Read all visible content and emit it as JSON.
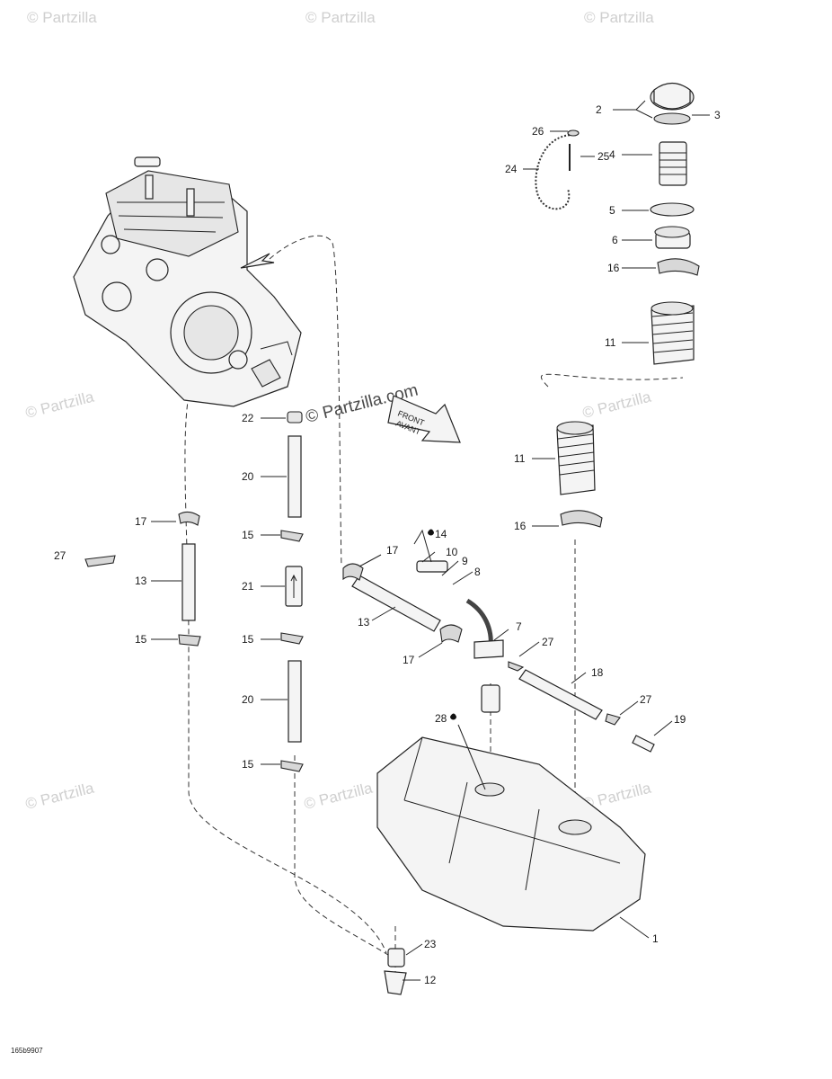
{
  "watermark": {
    "text": "© Partzilla",
    "center_text": "© Partzilla.com"
  },
  "arrow_text": {
    "line1": "FRONT",
    "line2": "AVANT"
  },
  "drawing_code": "165b9907",
  "callouts": [
    {
      "id": "c2",
      "text": "2"
    },
    {
      "id": "c3",
      "text": "3"
    },
    {
      "id": "c26",
      "text": "26"
    },
    {
      "id": "c4",
      "text": "4"
    },
    {
      "id": "c25",
      "text": "25"
    },
    {
      "id": "c24",
      "text": "24"
    },
    {
      "id": "c5",
      "text": "5"
    },
    {
      "id": "c6",
      "text": "6"
    },
    {
      "id": "c16a",
      "text": "16"
    },
    {
      "id": "c11a",
      "text": "11"
    },
    {
      "id": "c22",
      "text": "22"
    },
    {
      "id": "c20a",
      "text": "20"
    },
    {
      "id": "c11b",
      "text": "11"
    },
    {
      "id": "c17a",
      "text": "17"
    },
    {
      "id": "c16b",
      "text": "16"
    },
    {
      "id": "c15a",
      "text": "15"
    },
    {
      "id": "c27a",
      "text": "27"
    },
    {
      "id": "c14",
      "text": "14"
    },
    {
      "id": "c10",
      "text": "10"
    },
    {
      "id": "c17b",
      "text": "17"
    },
    {
      "id": "c9",
      "text": "9"
    },
    {
      "id": "c8",
      "text": "8"
    },
    {
      "id": "c13a",
      "text": "13"
    },
    {
      "id": "c21",
      "text": "21"
    },
    {
      "id": "c13b",
      "text": "13"
    },
    {
      "id": "c7",
      "text": "7"
    },
    {
      "id": "c15b",
      "text": "15"
    },
    {
      "id": "c15c",
      "text": "15"
    },
    {
      "id": "c27b",
      "text": "27"
    },
    {
      "id": "c17c",
      "text": "17"
    },
    {
      "id": "c18",
      "text": "18"
    },
    {
      "id": "c20b",
      "text": "20"
    },
    {
      "id": "c28",
      "text": "28"
    },
    {
      "id": "c27c",
      "text": "27"
    },
    {
      "id": "c19",
      "text": "19"
    },
    {
      "id": "c15d",
      "text": "15"
    },
    {
      "id": "c1",
      "text": "1"
    },
    {
      "id": "c23",
      "text": "23"
    },
    {
      "id": "c12",
      "text": "12"
    }
  ]
}
